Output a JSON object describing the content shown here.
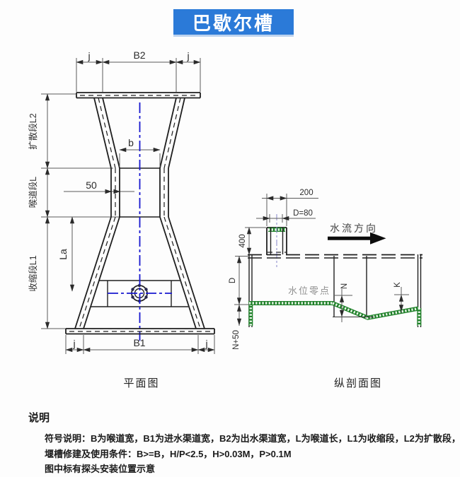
{
  "title": "巴歇尔槽",
  "plan": {
    "caption": "平面图",
    "dims": {
      "top_left_j": "j",
      "top_b2": "B2",
      "top_right_j": "j",
      "throat_b": "b",
      "wall_50": "50",
      "la": "La",
      "bottom_left_j": "j",
      "bottom_b1": "B1",
      "bottom_right_j": "j"
    },
    "sections": {
      "diffusion": "扩散段L2",
      "throat": "喉道段L",
      "contraction": "收缩段L1"
    }
  },
  "section_view": {
    "caption": "纵剖面图",
    "dims": {
      "probe_width": "200",
      "pipe_diameter": "D=80",
      "probe_height": "400",
      "channel_depth": "D",
      "n_plus_50": "N+50",
      "n": "N",
      "k": "K"
    },
    "labels": {
      "water_zero": "水位零点",
      "flow_direction": "水流方向"
    }
  },
  "notes": {
    "heading": "说明",
    "line1": "符号说明：B为喉道宽，B1为进水渠道宽，B2为出水渠道宽，L为喉道长，L1为收缩段，L2为扩散段，",
    "line2": "堰槽修建及使用条件：B>=B，H/P<2.5，H>0.03M，P>0.1M",
    "line3": "图中标有探头安装位置示意"
  },
  "colors": {
    "title_bg": "#2b7ad8",
    "centerline_blue": "#1717cf",
    "floor_green": "#1e8028",
    "line_dark": "#1f1f1f",
    "dim_gray": "#5a5a5a",
    "water_text_gray": "#8f8f8f"
  }
}
